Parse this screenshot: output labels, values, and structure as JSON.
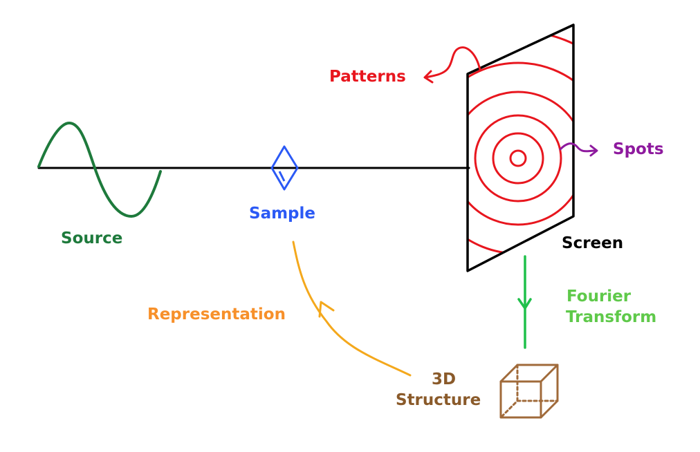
{
  "labels": {
    "source": "Source",
    "sample": "Sample",
    "screen": "Screen",
    "patterns": "Patterns",
    "spots": "Spots",
    "fourier_line1": "Fourier",
    "fourier_line2": "Transform",
    "representation": "Representation",
    "structure_line1": "3D",
    "structure_line2": "Structure"
  },
  "colors": {
    "source": "#1e7a3c",
    "sample": "#2b59f5",
    "screen": "#000000",
    "patterns": "#e8161e",
    "spots": "#8e1a9e",
    "fourier": "#5fc94a",
    "fourier_arrow": "#1fc04a",
    "representation": "#f7902a",
    "representation_arrow": "#f4a81c",
    "structure": "#8a5a2a",
    "cube": "#a06a3a",
    "beam": "#000000"
  },
  "icons": {
    "wave": "sine-wave-icon",
    "crystal": "diamond-crystal-icon",
    "screen": "detector-screen-icon",
    "rings": "concentric-rings-icon",
    "cube": "cube-icon"
  }
}
